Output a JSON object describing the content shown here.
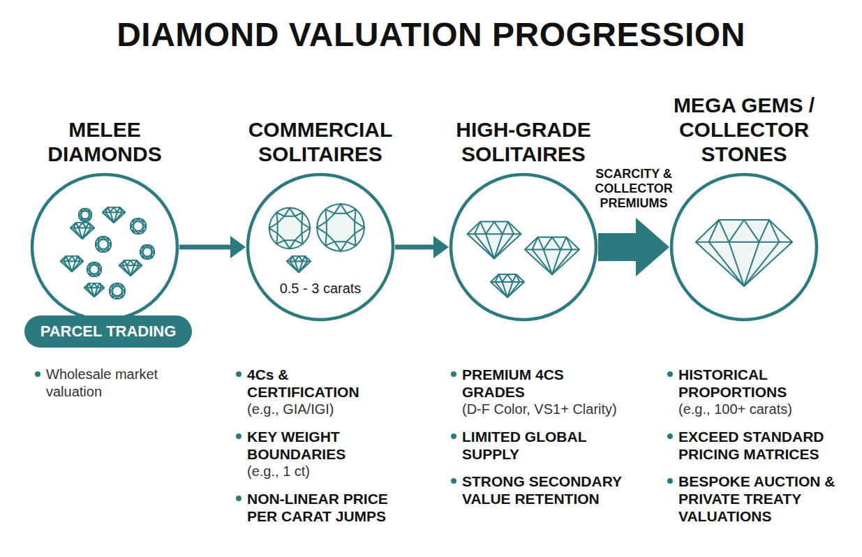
{
  "diagram": {
    "title": "DIAMOND VALUATION PROGRESSION",
    "nodes": [
      {
        "text": [
          "MELEE DIAMONDS"
        ]
      },
      {
        "text": [
          "PARCEL TRADING"
        ],
        "in": 0
      },
      {
        "text": [
          "COMMERCIAL SOLITAIRES",
          "0.5 - 3 carats"
        ]
      },
      {
        "text": [
          "HIGH-GRADE SOLITAIRES"
        ]
      },
      {
        "text": [
          "MEGA GEMS / COLLECTOR STONES"
        ]
      }
    ],
    "edges": [
      {
        "from": 0,
        "to": 2,
        "arrow": "to"
      },
      {
        "from": 2,
        "to": 3,
        "arrow": "to"
      },
      {
        "from": 3,
        "to": 4,
        "label": "SCARCITY & COLLECTOR PREMIUMS",
        "arrow": "to"
      }
    ],
    "labels": [
      "Wholesale market valuation",
      "4Cs & CERTIFICATION",
      "(e.g., GIA/IGI)",
      "KEY WEIGHT BOUNDARIES",
      "(e.g., 1 ct)",
      "NON-LINEAR PRICE PER CARAT JUMPS",
      "PREMIUM 4CS GRADES",
      "(D-F Color, VS1+ Clarity)",
      "LIMITED GLOBAL SUPPLY",
      "STRONG SECONDARY VALUE RETENTION",
      "HISTORICAL PROPORTIONS",
      "(e.g., 100+ carats)",
      "EXCEED STANDARD PRICING MATRICES",
      "BESPOKE AUCTION & PRIVATE TREATY VALUATIONS"
    ]
  }
}
